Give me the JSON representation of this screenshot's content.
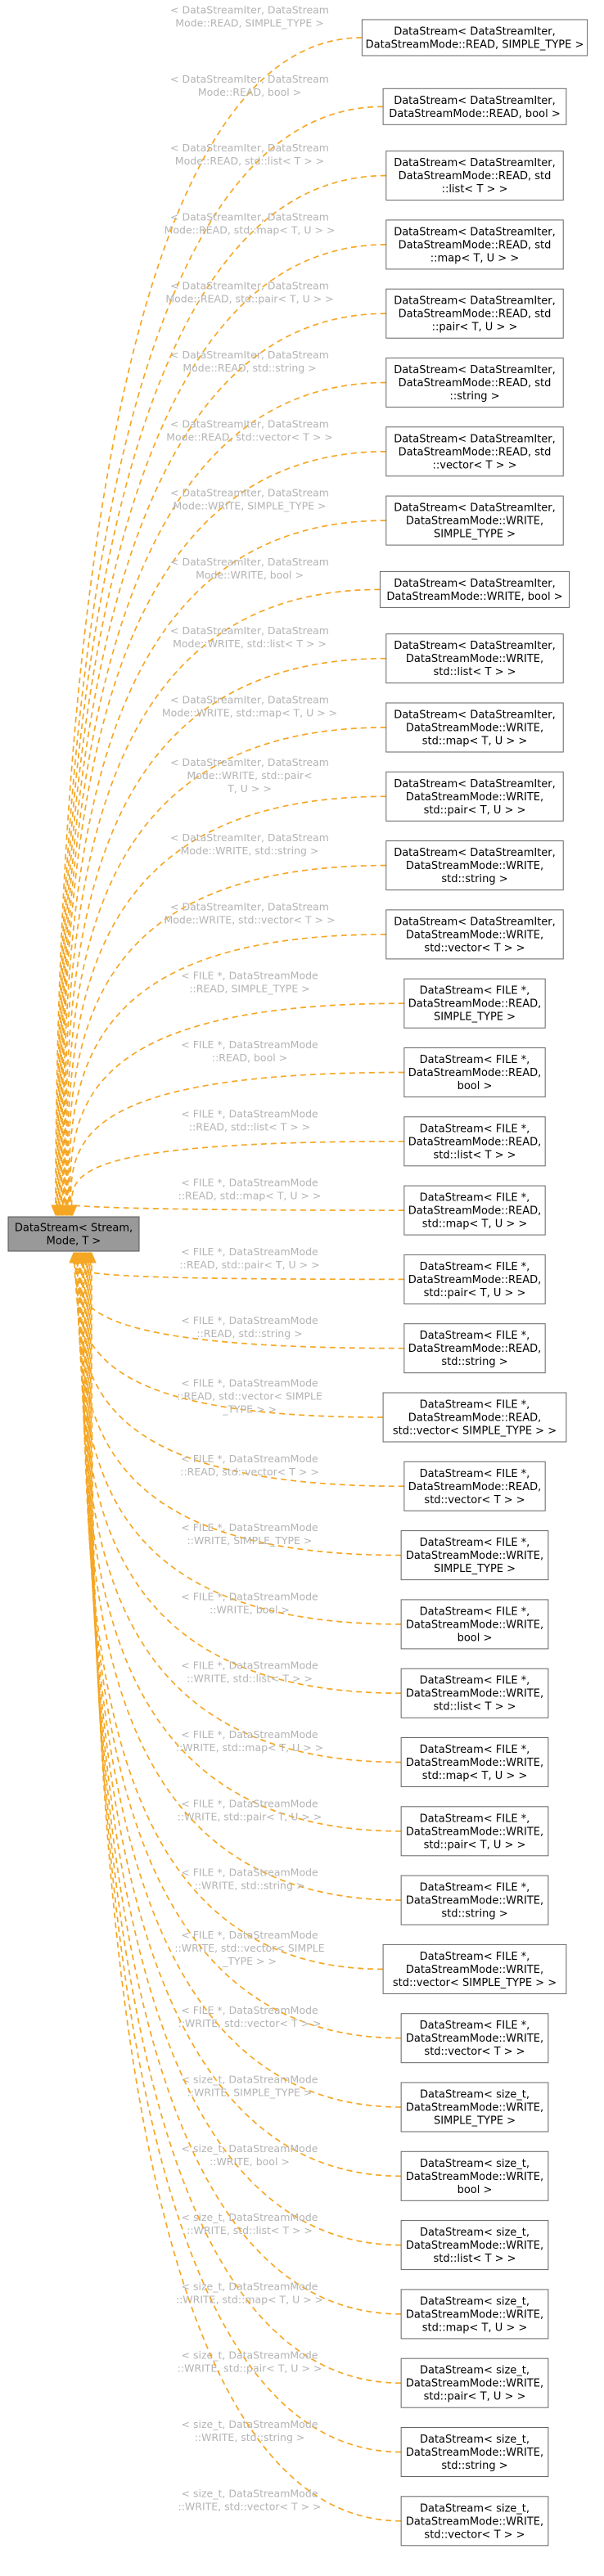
{
  "colors": {
    "edge": "#f5a623",
    "edge_label": "#b4b4b4",
    "root_fill": "#999999",
    "node_border": "#666666"
  },
  "root": {
    "label": [
      "DataStream< Stream,",
      "Mode, T >"
    ]
  },
  "nodes": [
    {
      "label": [
        "DataStream< DataStreamIter,",
        "DataStreamMode::READ, SIMPLE_TYPE >"
      ],
      "edge_label": [
        "< DataStreamIter, DataStream",
        "Mode::READ, SIMPLE_TYPE >"
      ]
    },
    {
      "label": [
        "DataStream< DataStreamIter,",
        "DataStreamMode::READ, bool >"
      ],
      "edge_label": [
        "< DataStreamIter, DataStream",
        "Mode::READ, bool >"
      ]
    },
    {
      "label": [
        "DataStream< DataStreamIter,",
        "DataStreamMode::READ, std",
        "::list< T > >"
      ],
      "edge_label": [
        "< DataStreamIter, DataStream",
        "Mode::READ, std::list< T > >"
      ]
    },
    {
      "label": [
        "DataStream< DataStreamIter,",
        "DataStreamMode::READ, std",
        "::map< T, U > >"
      ],
      "edge_label": [
        "< DataStreamIter, DataStream",
        "Mode::READ, std::map< T, U > >"
      ]
    },
    {
      "label": [
        "DataStream< DataStreamIter,",
        "DataStreamMode::READ, std",
        "::pair< T, U > >"
      ],
      "edge_label": [
        "< DataStreamIter, DataStream",
        "Mode::READ, std::pair< T, U > >"
      ]
    },
    {
      "label": [
        "DataStream< DataStreamIter,",
        "DataStreamMode::READ, std",
        "::string >"
      ],
      "edge_label": [
        "< DataStreamIter, DataStream",
        "Mode::READ, std::string >"
      ]
    },
    {
      "label": [
        "DataStream< DataStreamIter,",
        "DataStreamMode::READ, std",
        "::vector< T > >"
      ],
      "edge_label": [
        "< DataStreamIter, DataStream",
        "Mode::READ, std::vector< T > >"
      ]
    },
    {
      "label": [
        "DataStream< DataStreamIter,",
        "DataStreamMode::WRITE,",
        "SIMPLE_TYPE >"
      ],
      "edge_label": [
        "< DataStreamIter, DataStream",
        "Mode::WRITE, SIMPLE_TYPE >"
      ]
    },
    {
      "label": [
        "DataStream< DataStreamIter,",
        "DataStreamMode::WRITE, bool >"
      ],
      "edge_label": [
        "< DataStreamIter, DataStream",
        "Mode::WRITE, bool >"
      ]
    },
    {
      "label": [
        "DataStream< DataStreamIter,",
        "DataStreamMode::WRITE,",
        "std::list< T > >"
      ],
      "edge_label": [
        "< DataStreamIter, DataStream",
        "Mode::WRITE, std::list< T > >"
      ]
    },
    {
      "label": [
        "DataStream< DataStreamIter,",
        "DataStreamMode::WRITE,",
        "std::map< T, U > >"
      ],
      "edge_label": [
        "< DataStreamIter, DataStream",
        "Mode::WRITE, std::map< T, U > >"
      ]
    },
    {
      "label": [
        "DataStream< DataStreamIter,",
        "DataStreamMode::WRITE,",
        "std::pair< T, U > >"
      ],
      "edge_label": [
        "< DataStreamIter, DataStream",
        "Mode::WRITE, std::pair<",
        "T, U > >"
      ]
    },
    {
      "label": [
        "DataStream< DataStreamIter,",
        "DataStreamMode::WRITE,",
        "std::string >"
      ],
      "edge_label": [
        "< DataStreamIter, DataStream",
        "Mode::WRITE, std::string >"
      ]
    },
    {
      "label": [
        "DataStream< DataStreamIter,",
        "DataStreamMode::WRITE,",
        "std::vector< T > >"
      ],
      "edge_label": [
        "< DataStreamIter, DataStream",
        "Mode::WRITE, std::vector< T > >"
      ]
    },
    {
      "label": [
        "DataStream< FILE *,",
        "DataStreamMode::READ,",
        "SIMPLE_TYPE >"
      ],
      "edge_label": [
        "< FILE *, DataStreamMode",
        "::READ, SIMPLE_TYPE >"
      ]
    },
    {
      "label": [
        "DataStream< FILE *,",
        "DataStreamMode::READ,",
        "bool >"
      ],
      "edge_label": [
        "< FILE *, DataStreamMode",
        "::READ, bool >"
      ]
    },
    {
      "label": [
        "DataStream< FILE *,",
        "DataStreamMode::READ,",
        "std::list< T > >"
      ],
      "edge_label": [
        "< FILE *, DataStreamMode",
        "::READ, std::list< T > >"
      ]
    },
    {
      "label": [
        "DataStream< FILE *,",
        "DataStreamMode::READ,",
        "std::map< T, U > >"
      ],
      "edge_label": [
        "< FILE *, DataStreamMode",
        "::READ, std::map< T, U > >"
      ]
    },
    {
      "label": [
        "DataStream< FILE *,",
        "DataStreamMode::READ,",
        "std::pair< T, U > >"
      ],
      "edge_label": [
        "< FILE *, DataStreamMode",
        "::READ, std::pair< T, U > >"
      ]
    },
    {
      "label": [
        "DataStream< FILE *,",
        "DataStreamMode::READ,",
        "std::string >"
      ],
      "edge_label": [
        "< FILE *, DataStreamMode",
        "::READ, std::string >"
      ]
    },
    {
      "label": [
        "DataStream< FILE *,",
        "DataStreamMode::READ,",
        "std::vector< SIMPLE_TYPE > >"
      ],
      "edge_label": [
        "< FILE *, DataStreamMode",
        "::READ, std::vector< SIMPLE",
        "_TYPE > >"
      ]
    },
    {
      "label": [
        "DataStream< FILE *,",
        "DataStreamMode::READ,",
        "std::vector< T > >"
      ],
      "edge_label": [
        "< FILE *, DataStreamMode",
        "::READ, std::vector< T > >"
      ]
    },
    {
      "label": [
        "DataStream< FILE *,",
        "DataStreamMode::WRITE,",
        "SIMPLE_TYPE >"
      ],
      "edge_label": [
        "< FILE *, DataStreamMode",
        "::WRITE, SIMPLE_TYPE >"
      ]
    },
    {
      "label": [
        "DataStream< FILE *,",
        "DataStreamMode::WRITE,",
        "bool >"
      ],
      "edge_label": [
        "< FILE *, DataStreamMode",
        "::WRITE, bool >"
      ]
    },
    {
      "label": [
        "DataStream< FILE *,",
        "DataStreamMode::WRITE,",
        "std::list< T > >"
      ],
      "edge_label": [
        "< FILE *, DataStreamMode",
        "::WRITE, std::list< T > >"
      ]
    },
    {
      "label": [
        "DataStream< FILE *,",
        "DataStreamMode::WRITE,",
        "std::map< T, U > >"
      ],
      "edge_label": [
        "< FILE *, DataStreamMode",
        "::WRITE, std::map< T, U > >"
      ]
    },
    {
      "label": [
        "DataStream< FILE *,",
        "DataStreamMode::WRITE,",
        "std::pair< T, U > >"
      ],
      "edge_label": [
        "< FILE *, DataStreamMode",
        "::WRITE, std::pair< T, U > >"
      ]
    },
    {
      "label": [
        "DataStream< FILE *,",
        "DataStreamMode::WRITE,",
        "std::string >"
      ],
      "edge_label": [
        "< FILE *, DataStreamMode",
        "::WRITE, std::string >"
      ]
    },
    {
      "label": [
        "DataStream< FILE *,",
        "DataStreamMode::WRITE,",
        "std::vector< SIMPLE_TYPE > >"
      ],
      "edge_label": [
        "< FILE *, DataStreamMode",
        "::WRITE, std::vector< SIMPLE",
        "_TYPE > >"
      ]
    },
    {
      "label": [
        "DataStream< FILE *,",
        "DataStreamMode::WRITE,",
        "std::vector< T > >"
      ],
      "edge_label": [
        "< FILE *, DataStreamMode",
        "::WRITE, std::vector< T > >"
      ]
    },
    {
      "label": [
        "DataStream< size_t,",
        "DataStreamMode::WRITE,",
        "SIMPLE_TYPE >"
      ],
      "edge_label": [
        "< size_t, DataStreamMode",
        "::WRITE, SIMPLE_TYPE >"
      ]
    },
    {
      "label": [
        "DataStream< size_t,",
        "DataStreamMode::WRITE,",
        "bool >"
      ],
      "edge_label": [
        "< size_t, DataStreamMode",
        "::WRITE, bool >"
      ]
    },
    {
      "label": [
        "DataStream< size_t,",
        "DataStreamMode::WRITE,",
        "std::list< T > >"
      ],
      "edge_label": [
        "< size_t, DataStreamMode",
        "::WRITE, std::list< T > >"
      ]
    },
    {
      "label": [
        "DataStream< size_t,",
        "DataStreamMode::WRITE,",
        "std::map< T, U > >"
      ],
      "edge_label": [
        "< size_t, DataStreamMode",
        "::WRITE, std::map< T, U > >"
      ]
    },
    {
      "label": [
        "DataStream< size_t,",
        "DataStreamMode::WRITE,",
        "std::pair< T, U > >"
      ],
      "edge_label": [
        "< size_t, DataStreamMode",
        "::WRITE, std::pair< T, U > >"
      ]
    },
    {
      "label": [
        "DataStream< size_t,",
        "DataStreamMode::WRITE,",
        "std::string >"
      ],
      "edge_label": [
        "< size_t, DataStreamMode",
        "::WRITE, std::string >"
      ]
    },
    {
      "label": [
        "DataStream< size_t,",
        "DataStreamMode::WRITE,",
        "std::vector< T > >"
      ],
      "edge_label": [
        "< size_t, DataStreamMode",
        "::WRITE, std::vector< T > >"
      ]
    }
  ]
}
